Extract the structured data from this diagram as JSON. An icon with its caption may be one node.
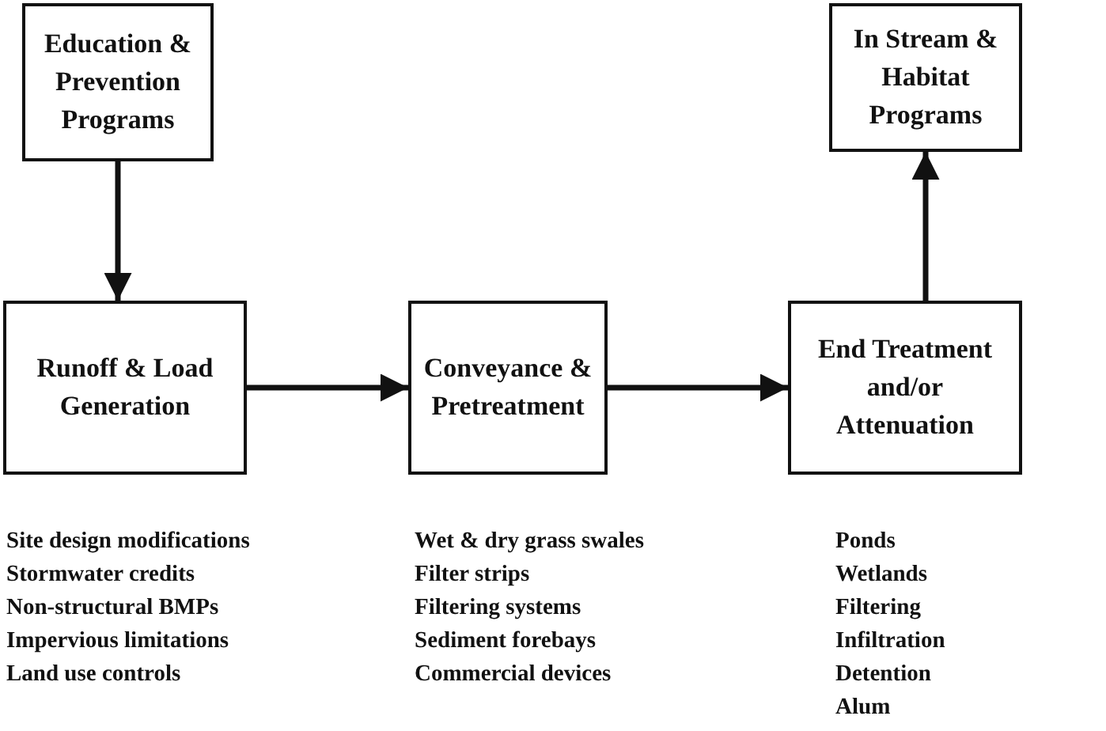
{
  "diagram": {
    "nodes": [
      {
        "text": [
          "Education & Prevention Programs"
        ]
      },
      {
        "text": [
          "In Stream & Habitat Programs"
        ]
      },
      {
        "text": [
          "Runoff & Load Generation"
        ],
        "beside": [
          "Site design modifications",
          "Stormwater credits",
          "Non-structural BMPs",
          "Impervious limitations",
          "Land use controls"
        ]
      },
      {
        "text": [
          "Conveyance & Pretreatment"
        ],
        "beside": [
          "Wet & dry grass swales",
          "Filter strips",
          "Filtering systems",
          "Sediment forebays",
          "Commercial devices"
        ]
      },
      {
        "text": [
          "End Treatment and/or Attenuation"
        ],
        "beside": [
          "Ponds",
          "Wetlands",
          "Filtering",
          "Infiltration",
          "Detention",
          "Alum"
        ]
      }
    ],
    "edges": [
      {
        "from": 0,
        "to": 2,
        "arrow": "to"
      },
      {
        "from": 2,
        "to": 3,
        "arrow": "to"
      },
      {
        "from": 3,
        "to": 4,
        "arrow": "to"
      },
      {
        "from": 4,
        "to": 1,
        "arrow": "to"
      }
    ]
  }
}
